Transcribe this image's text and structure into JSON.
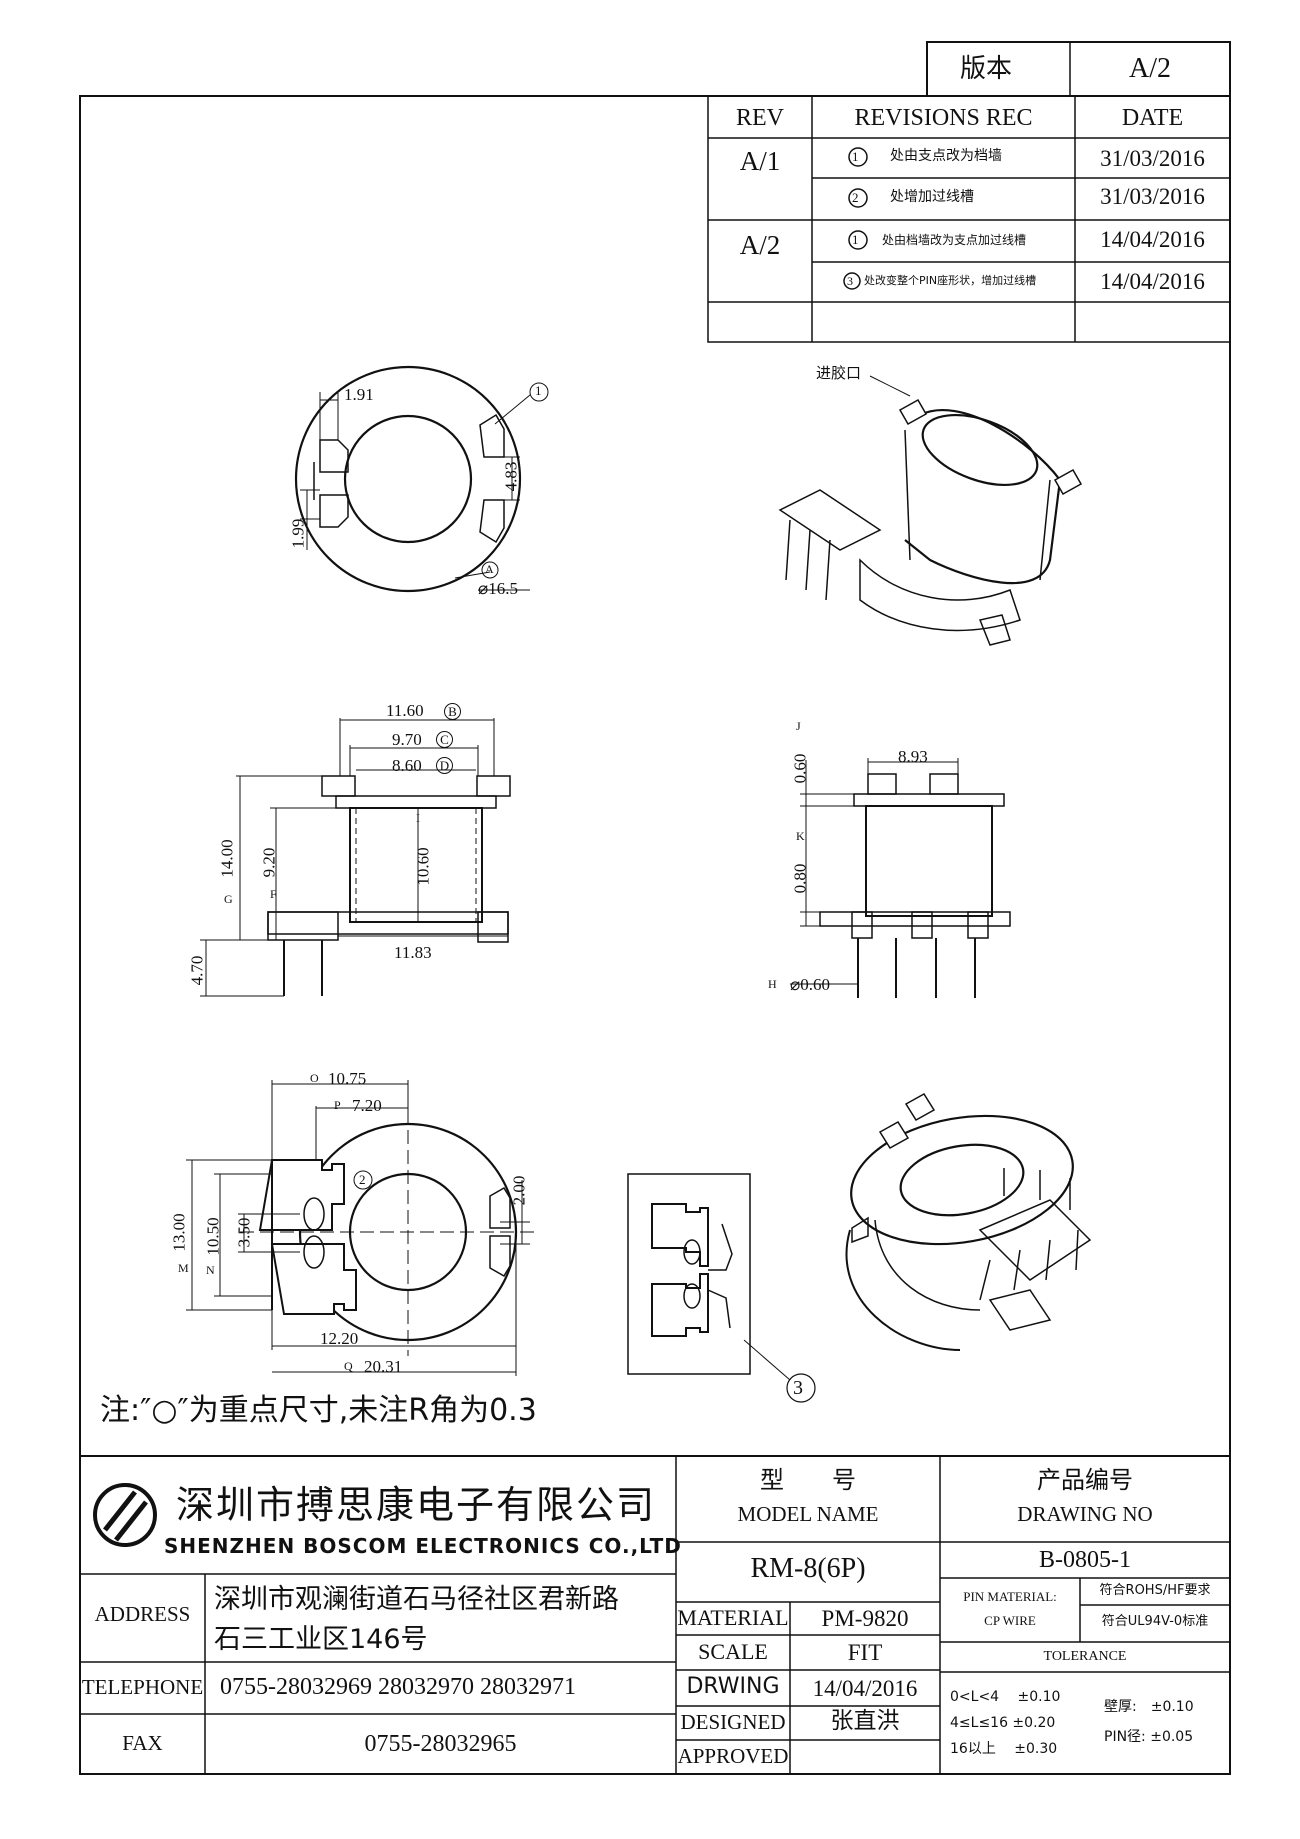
{
  "version_box": {
    "label": "版本",
    "value": "A/2"
  },
  "revisions": {
    "headers": {
      "rev": "REV",
      "rec": "REVISIONS REC",
      "date": "DATE"
    },
    "rows": [
      {
        "rev": "A/1",
        "num": "1",
        "text": "处由支点改为档墙",
        "date": "31/03/2016"
      },
      {
        "rev": "",
        "num": "2",
        "text": "处增加过线槽",
        "date": "31/03/2016"
      },
      {
        "rev": "A/2",
        "num": "1",
        "text": "处由档墙改为支点加过线槽",
        "date": "14/04/2016"
      },
      {
        "rev": "",
        "num": "3",
        "text": "处改变整个PIN座形状，增加过线槽",
        "date": "14/04/2016"
      }
    ]
  },
  "top_view": {
    "dim_a": "1.91",
    "dim_b": "4.83",
    "dim_c": "1.99",
    "callout_1": "1",
    "ref_a": "A",
    "dia": "⌀16.5"
  },
  "iso_top": {
    "gate_label": "进胶口"
  },
  "front_view": {
    "d11_60": "11.60",
    "ref_b": "B",
    "d9_70": "9.70",
    "ref_c": "C",
    "d8_60": "8.60",
    "ref_d": "D",
    "d10_60": "10.60",
    "ref_i": "I",
    "d14_00": "14.00",
    "ref_g": "G",
    "d9_20": "9.20",
    "ref_f": "F",
    "d11_83": "11.83",
    "d4_70": "4.70"
  },
  "side_view": {
    "d0_60": "0.60",
    "ref_j": "J",
    "d8_93": "8.93",
    "d0_80": "0.80",
    "ref_k": "K",
    "pin_dia": "⌀0.60",
    "ref_h": "H"
  },
  "bottom_view": {
    "d10_75": "10.75",
    "ref_o": "O",
    "d7_20": "7.20",
    "ref_p": "P",
    "d13_00": "13.00",
    "ref_m": "M",
    "d10_50": "10.50",
    "ref_n": "N",
    "d3_50": "3.50",
    "d2_00": "2.00",
    "d12_20": "12.20",
    "d20_31": "20.31",
    "ref_q": "Q",
    "callout_2": "2"
  },
  "detail": {
    "callout_3": "3"
  },
  "note": "注:″○″为重点尺寸,未注R角为0.3",
  "title_block": {
    "company_cn": "深圳市搏思康电子有限公司",
    "company_en": "SHENZHEN BOSCOM ELECTRONICS CO.,LTD",
    "address_label": "ADDRESS",
    "address_line1": "深圳市观澜街道石马径社区君新路",
    "address_line2": "石三工业区146号",
    "telephone_label": "TELEPHONE",
    "telephone": "0755-28032969 28032970 28032971",
    "fax_label": "FAX",
    "fax": "0755-28032965",
    "model_label_cn": "型　　号",
    "model_label_en": "MODEL NAME",
    "model_value": "RM-8(6P)",
    "drawing_label_cn": "产品编号",
    "drawing_label_en": "DRAWING NO",
    "drawing_value": "B-0805-1",
    "material_label": "MATERIAL",
    "material_value": "PM-9820",
    "scale_label": "SCALE",
    "scale_value": "FIT",
    "date_label": "DRWING",
    "date_value": "14/04/2016",
    "designed_label": "DESIGNED",
    "designed_value": "张直洪",
    "approved_label": "APPROVED",
    "pin_material_label": "PIN MATERIAL:",
    "pin_material_value": "CP WIRE",
    "rohs": "符合ROHS/HF要求",
    "ul": "符合UL94V-0标准",
    "tolerance_label": "TOLERANCE",
    "tol_1": "0<L<4　 ±0.10",
    "tol_2": "4≤L≤16 ±0.20",
    "tol_3": "16以上　 ±0.30",
    "wall_tol": "壁厚:　±0.10",
    "pin_tol": "PIN径: ±0.05"
  }
}
